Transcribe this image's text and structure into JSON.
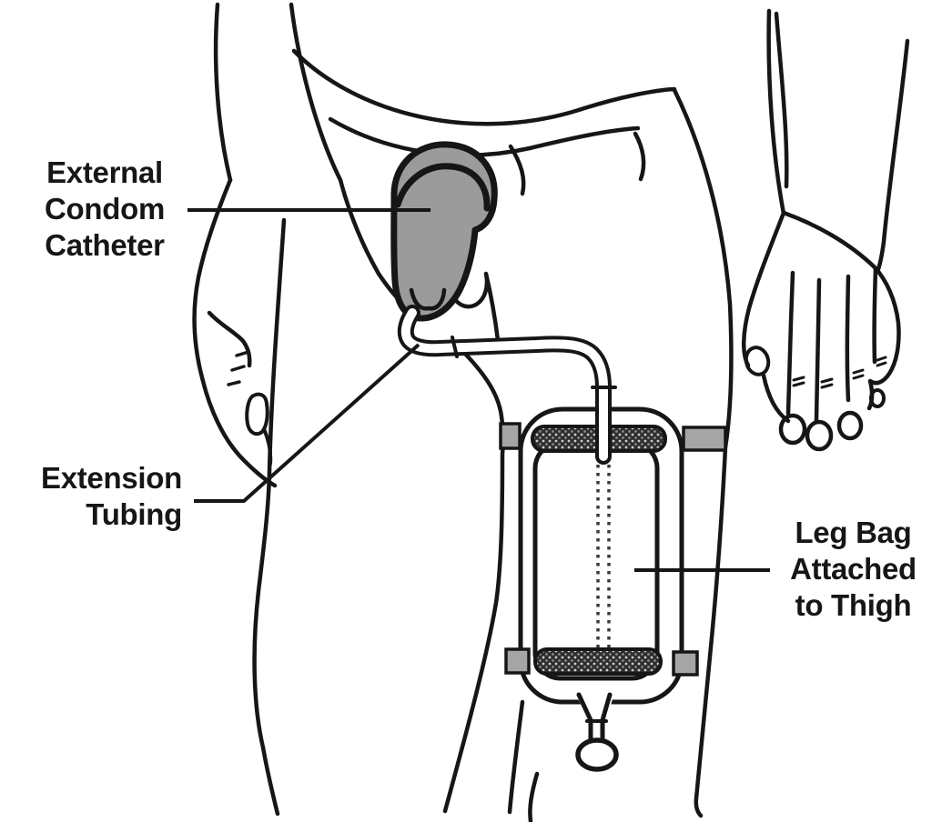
{
  "labels": {
    "external_condom_catheter": {
      "lines": [
        "External",
        "Condom",
        "Catheter"
      ]
    },
    "extension_tubing": {
      "lines": [
        "Extension",
        "Tubing"
      ]
    },
    "leg_bag": {
      "lines": [
        "Leg Bag",
        "Attached",
        "to Thigh"
      ]
    }
  },
  "colors": {
    "background": "#ffffff",
    "line": "#161616",
    "text": "#161616",
    "catheter_fill": "#9b9b9b",
    "strap_fill": "#a5a5a5",
    "band_fill": "#2e2e2e",
    "band_dot_light": "#cccccc",
    "band_dot_dark": "#8a8a8a",
    "bag_fill": "#ffffff",
    "dotted_line": "#3a3a3a"
  }
}
